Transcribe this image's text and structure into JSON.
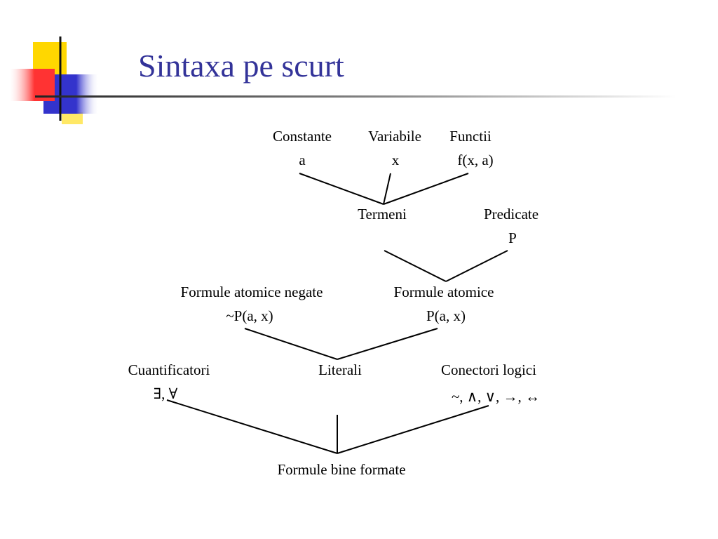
{
  "title": "Sintaxa pe scurt",
  "colors": {
    "title": "#333399",
    "rule_start": "#333333",
    "accent_yellow": "#FFD700",
    "accent_red": "#FF3333",
    "accent_blue": "#3333CC",
    "text": "#000000"
  },
  "diagram": {
    "constante": {
      "label": "Constante",
      "example": "a"
    },
    "variabile": {
      "label": "Variabile",
      "example": "x"
    },
    "functii": {
      "label": "Functii",
      "example": "f(x, a)"
    },
    "termeni": {
      "label": "Termeni"
    },
    "predicate": {
      "label": "Predicate",
      "example": "P"
    },
    "formule_atomice_negate": {
      "label": "Formule atomice negate",
      "example": "~P(a, x)"
    },
    "formule_atomice": {
      "label": "Formule atomice",
      "example": "P(a, x)"
    },
    "cuantificatori": {
      "label": "Cuantificatori",
      "example": "∃, ∀"
    },
    "literali": {
      "label": "Literali"
    },
    "conectori_logici": {
      "label": "Conectori logici",
      "example": "~, ∧, ∨, →, ↔"
    },
    "formule_bine_formate": {
      "label": "Formule bine formate"
    }
  }
}
